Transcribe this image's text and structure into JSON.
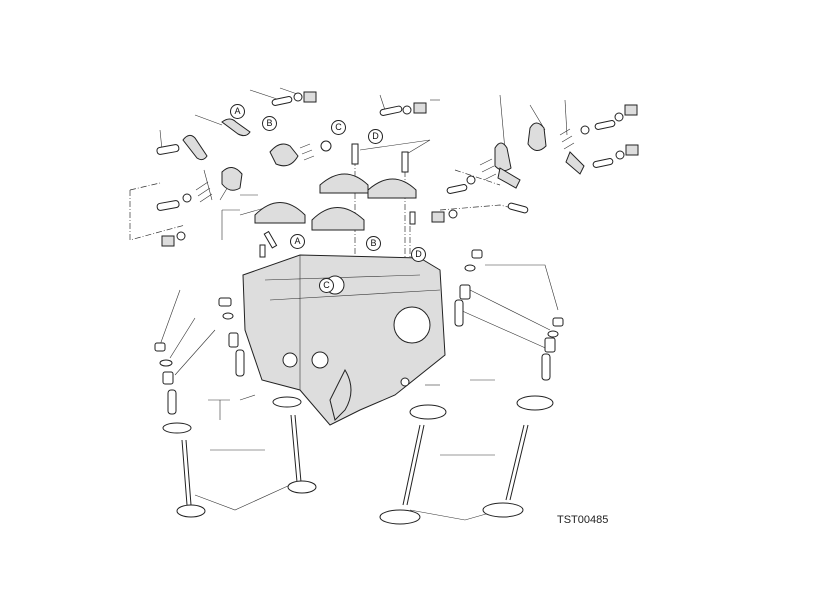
{
  "diagram": {
    "title": "Cylinder head exploded view",
    "callouts_upper": [
      "A",
      "B",
      "C",
      "D"
    ],
    "callouts_lower": [
      "A",
      "B",
      "D",
      "C"
    ],
    "plate_number": "TST00485"
  }
}
